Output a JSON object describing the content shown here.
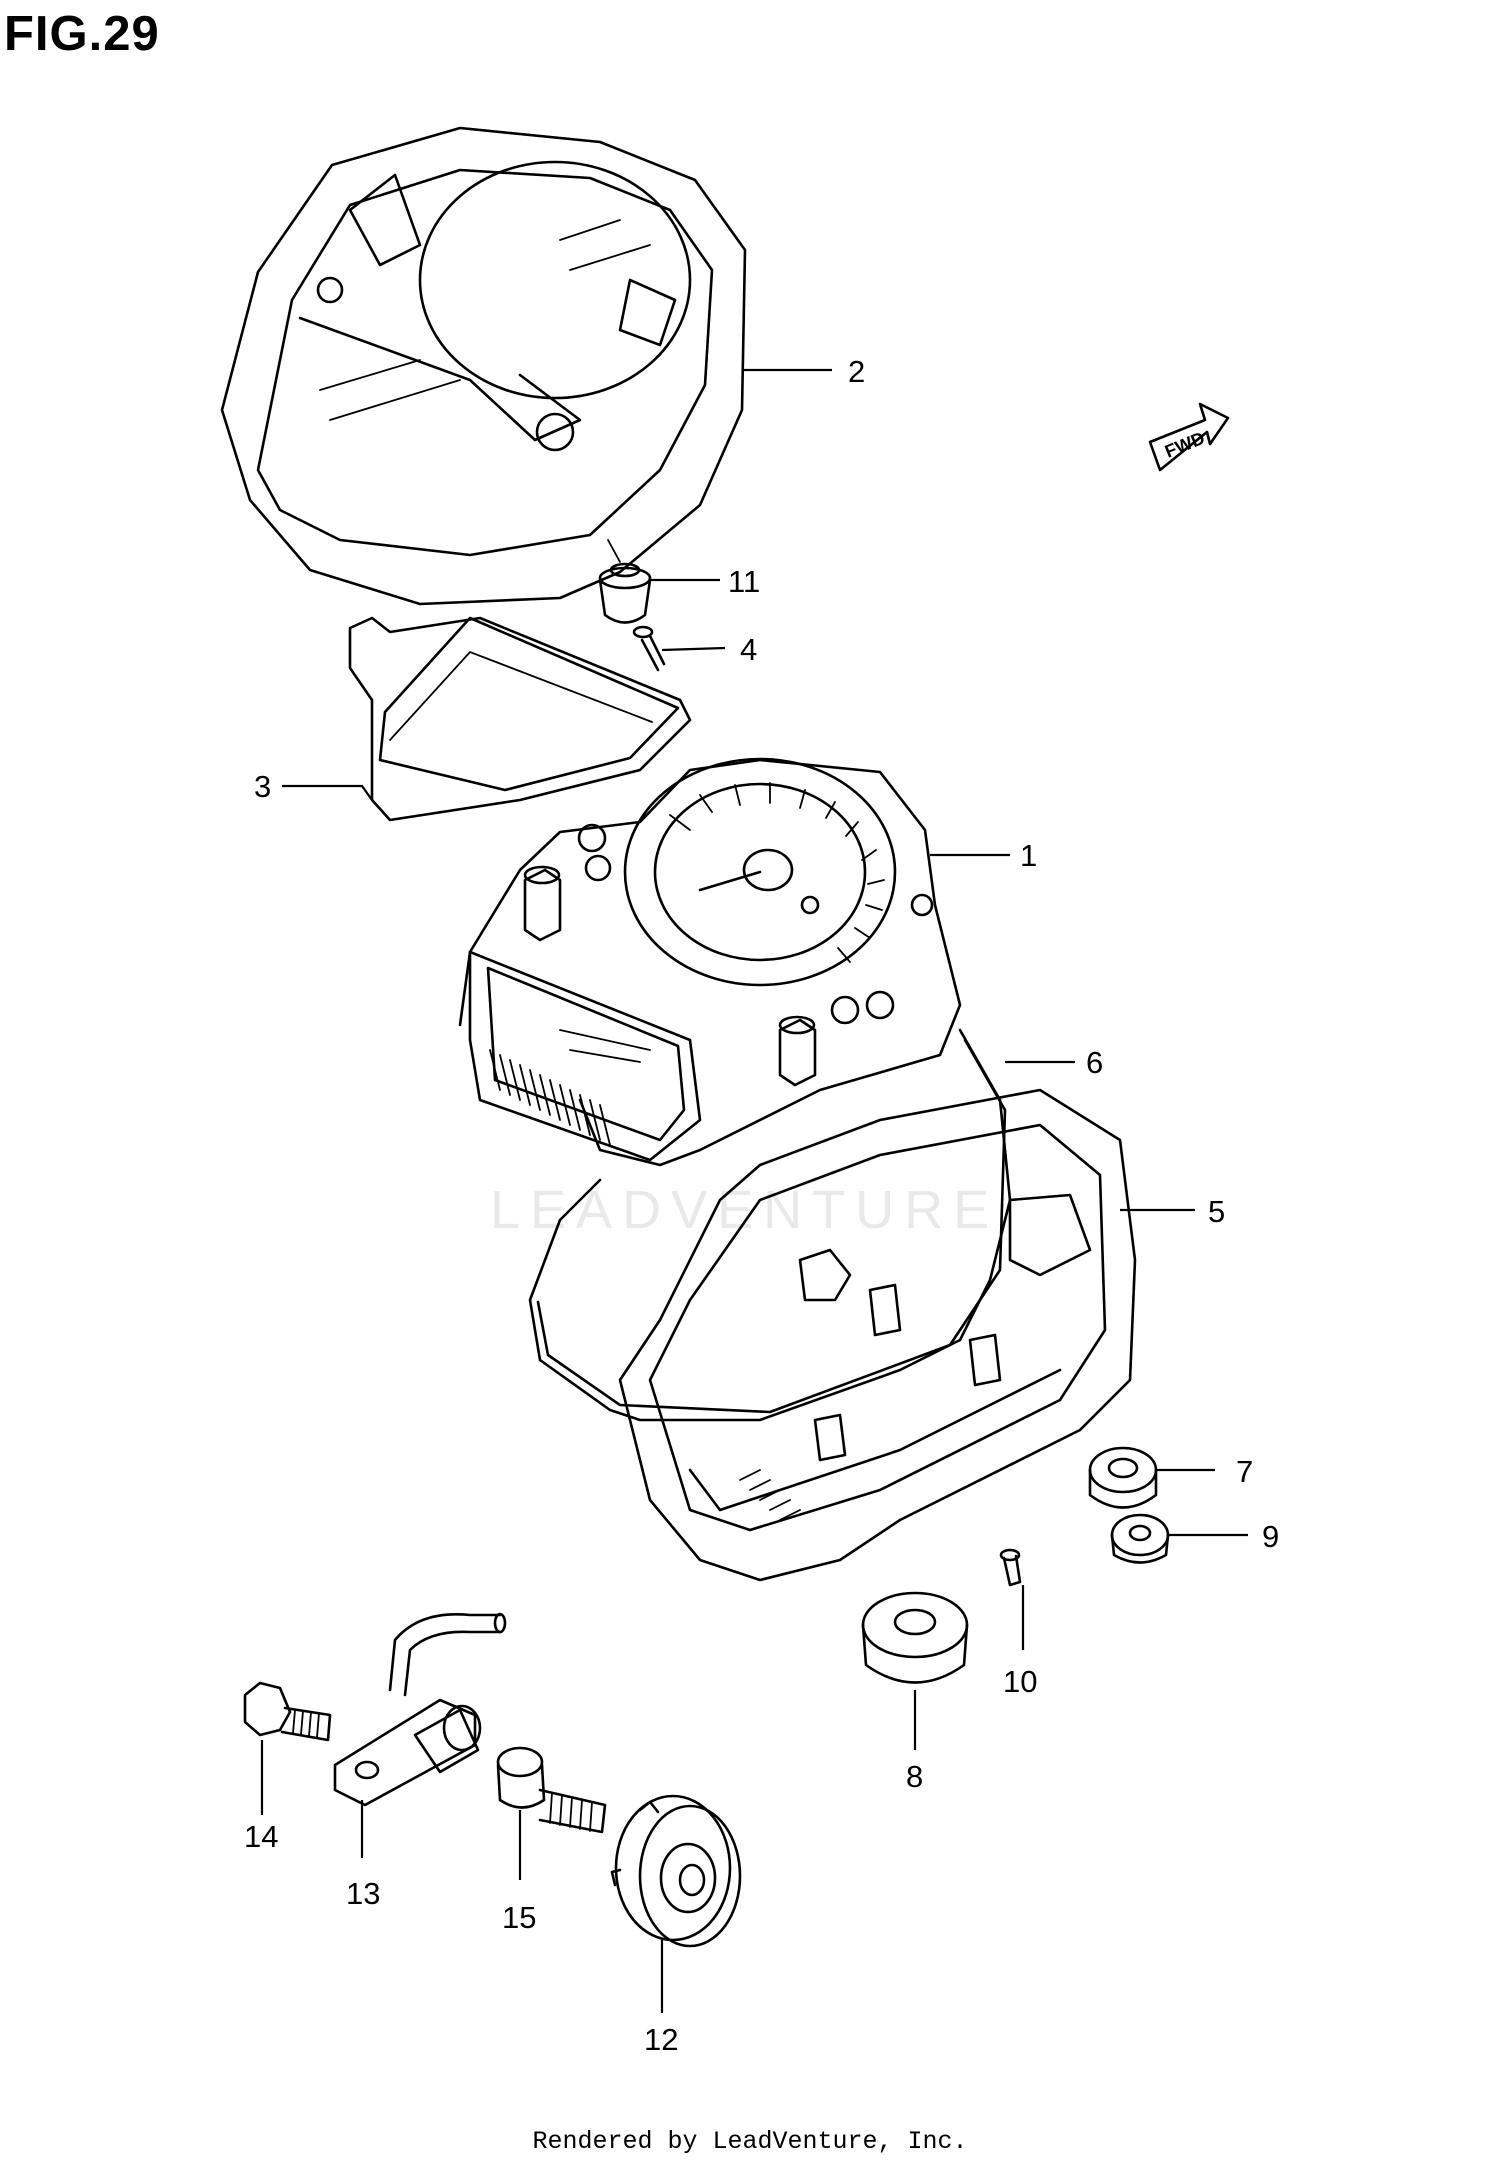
{
  "figure": {
    "title": "FIG.29"
  },
  "fwd_arrow": {
    "label": "FWD"
  },
  "watermark": {
    "text": "LEADVENTURE"
  },
  "callouts": [
    {
      "id": "c1",
      "label": "1"
    },
    {
      "id": "c2",
      "label": "2"
    },
    {
      "id": "c3",
      "label": "3"
    },
    {
      "id": "c4",
      "label": "4"
    },
    {
      "id": "c5",
      "label": "5"
    },
    {
      "id": "c6",
      "label": "6"
    },
    {
      "id": "c7",
      "label": "7"
    },
    {
      "id": "c8",
      "label": "8"
    },
    {
      "id": "c9",
      "label": "9"
    },
    {
      "id": "c10",
      "label": "10"
    },
    {
      "id": "c11",
      "label": "11"
    },
    {
      "id": "c12",
      "label": "12"
    },
    {
      "id": "c13",
      "label": "13"
    },
    {
      "id": "c14",
      "label": "14"
    },
    {
      "id": "c15",
      "label": "15"
    }
  ],
  "footer": {
    "text": "Rendered by LeadVenture, Inc."
  }
}
